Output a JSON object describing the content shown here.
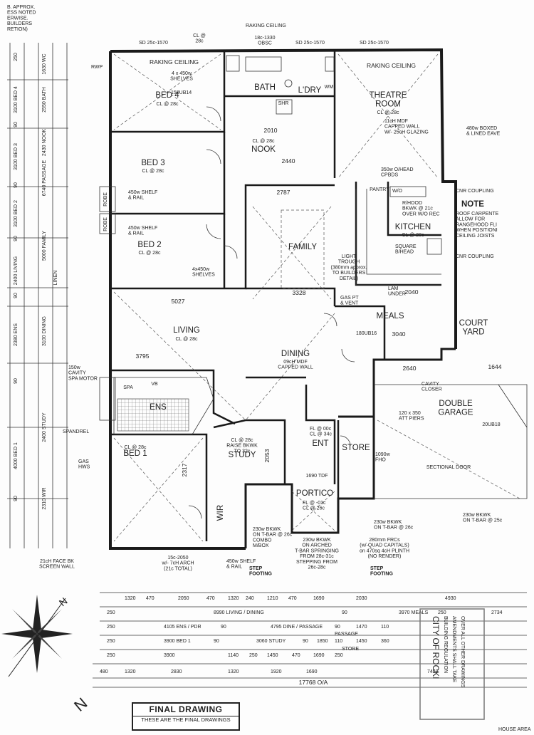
{
  "header": {
    "note_lines": [
      "B. APPROX.",
      "ESS NOTED",
      "ERWISE.",
      "BUILDERS",
      "RETION)"
    ],
    "raking_ceiling_top": "RAKING CEILING",
    "obsc_top": "18c-1330\nOBSC",
    "sd_left": "SD 25c-1570",
    "sd_right": "SD 25c-1570",
    "sd_far_right": "SD 25c-1570",
    "cl_top": "CL @\n28c",
    "rwp": "RWP"
  },
  "left_dims": {
    "outer": [
      "250",
      "3100 BED 4",
      "90",
      "3100 BED 3",
      "90",
      "3100 BED 2",
      "90",
      "2400 LIVING",
      "90",
      "2380 ENS",
      "90",
      "4000 BED 1",
      "90"
    ],
    "inner": [
      "1630 WC",
      "2550 BATH",
      "2430 NOOK",
      "6740 PASSAGE",
      "5000 FAMILY",
      "3100 DINING",
      "2400 STUDY",
      "2310 WIR"
    ],
    "robe": "ROBE",
    "linen": "LINEN"
  },
  "rooms": {
    "bed4": "BED 4",
    "bed4_cl": "CL @ 28c",
    "bed3": "BED 3",
    "bed3_cl": "CL @ 28c",
    "bed2": "BED 2",
    "bed2_cl": "CL @ 28c",
    "bed1": "BED 1",
    "bed1_cl": "CL @ 28c",
    "bath": "BATH",
    "ldry": "L'DRY",
    "theatre": "THEATRE\nROOM",
    "theatre_cl": "CL @ 28c",
    "nook": "NOOK",
    "nook_cl": "CL @ 28c",
    "family": "FAMILY",
    "kitchen": "KITCHEN",
    "kitchen_cl": "CL @ 28c",
    "meals": "MEALS",
    "living": "LIVING",
    "living_cl": "CL @ 28c",
    "dining": "DINING",
    "dining_cl": "09cH MDF\nCAPPED WALL",
    "ens": "ENS",
    "study": "STUDY",
    "study_cl": "CL @ 28c\nRAISE BKWK\nTO 32c",
    "entry": "ENT",
    "store": "STORE",
    "portico": "PORTICO",
    "wir": "WIR",
    "double_garage": "DOUBLE\nGARAGE",
    "court_yard": "COURT\nYARD",
    "pantry": "PANTRY",
    "wo": "W/O",
    "spa": "SPA",
    "vb": "VB",
    "shr": "SHR",
    "wm": "WM"
  },
  "annotations": {
    "raking_ceiling_1": "RAKING CEILING",
    "raking_ceiling_2": "RAKING CEILING",
    "shelves_4x450": "4 x 450w\nSHELVES",
    "boxed_eave_left": "480w BOXED\n& LINED EAVE",
    "boxed_eave_right": "480w BOXED\n& LINED EAVE",
    "mdf_wall": "11cH MDF\nCAPPED WALL\nW/- 25cH GLAZING",
    "o_head": "350w O/HEAD\nCPBDS",
    "r_hood": "R/HOOD\nBKWK @ 21c\nOVER W/O REC",
    "note": "NOTE",
    "note_text": "ROOF CARPENTE\nALLOW FOR\nRANGEHOOD FLI\nWHEN POSITIONI\nCEILING JOISTS",
    "cnr_coupling_1": "CNR COUPLING",
    "cnr_coupling_2": "CNR COUPLING",
    "light_trough": "LIGHT\nTROUGH\n(380mm approx.\nTO BUILDERS\nDETAIL)",
    "square_bhead": "SQUARE\nB/HEAD",
    "lam_under": "LAM\nUNDER",
    "gas_pt": "GAS PT\n& VENT",
    "cavity_motor": "150w\nCAVITY\nSPA MOTOR",
    "spandrel": "SPANDREL",
    "gas_hws": "GAS\nHWS",
    "arch": "15c-2050\nw/- 7cH ARCH\n(21c TOTAL)",
    "face_bk": "21cH FACE BK\nSCREEN WALL",
    "shelf_rail": "450w SHELF\n& RAIL",
    "shelf_rail_b3": "450w SHELF\n& RAIL",
    "shelf_rail_b2": "450w SHELF\n& RAIL",
    "shelves_4x450_b2": "4x450w\nSHELVES",
    "att_piers": "120 x 350\nATT PIERS",
    "cavity_closer": "CAVITY\nCLOSER",
    "sectional_door": "SECTIONAL DOOR",
    "beam_20ub18": "20UB18",
    "bkwk_tbar_left": "230w BKWK\nON T-BAR @ 26c\nCOMBO\nM/BOX",
    "arched_tbar": "230w BKWK\nON ARCHED\nT-BAR SPRINGING\nFROM 28c-31c\nSTEPPING FROM\n26c-28c",
    "frcs": "280mm FRCs\n(w/-QUAD CAPITALS)\non 470sq 4cH PLINTH\n(NO RENDER)",
    "bkwk_tbar_mid": "230w BKWK\nON T-BAR @ 26c",
    "bkwk_tbar_right": "230w BKWK\nON T-BAR @ 25c",
    "step_footing_1": "STEP\nFOOTING",
    "step_footing_2": "STEP\nFOOTING",
    "tdf": "1690 TDF",
    "fl_01c": "FL @ -01c\nCL @ 26c",
    "fl_00c": "FL @ 00c\nCL @ 34c",
    "fhw_1090": "1090w\nFHO",
    "ub14_label": "150UB14",
    "ub16_label": "180UB16",
    "dim_5027": "5027",
    "dim_3328": "3328",
    "dim_2787": "2787",
    "dim_3040": "3040",
    "dim_2640": "2640",
    "dim_2040": "2040",
    "dim_2010": "2010",
    "dim_2440": "2440",
    "dim_3795": "3795",
    "dim_2317": "2317",
    "dim_2053": "2053",
    "dim_1644": "1644"
  },
  "bottom_dims": {
    "row0": [
      "1320",
      "470",
      "2050",
      "470",
      "1320",
      "240",
      "1210",
      "470",
      "1690",
      "2030",
      "4930"
    ],
    "row1": [
      "250",
      "8990 LIVING / DINING",
      "90",
      "3970 MEALS",
      "250",
      "2734"
    ],
    "row2": [
      "250",
      "4105 ENS / PDR",
      "90",
      "4795 DINE / PASSAGE",
      "90",
      "1470",
      "110"
    ],
    "row2b": "PASSAGE",
    "row3": [
      "250",
      "3900 BED 1",
      "90",
      "3060 STUDY",
      "90",
      "1850",
      "110",
      "1450",
      "360"
    ],
    "row3b": "STORE",
    "row4": [
      "250",
      "3900",
      "1140",
      "250",
      "1450",
      "470",
      "1690",
      "250"
    ],
    "row5": [
      "480",
      "1320",
      "2830",
      "1320",
      "1920",
      "1690",
      "7459"
    ],
    "total": "17768 O/A"
  },
  "stamp": {
    "line1": "CITY OF ROCKI",
    "line2": "BUILDING REGULATION",
    "line3": "AMENDMENTS SHALL TAKE",
    "line4": "OVER ALL OTHER DRAWINGS"
  },
  "compass": {
    "n_top": "N",
    "n_bottom": "N"
  },
  "footer": {
    "final_drawing": "FINAL DRAWING",
    "final_sub": "THESE ARE THE FINAL DRAWINGS",
    "house_area": "HOUSE AREA"
  }
}
